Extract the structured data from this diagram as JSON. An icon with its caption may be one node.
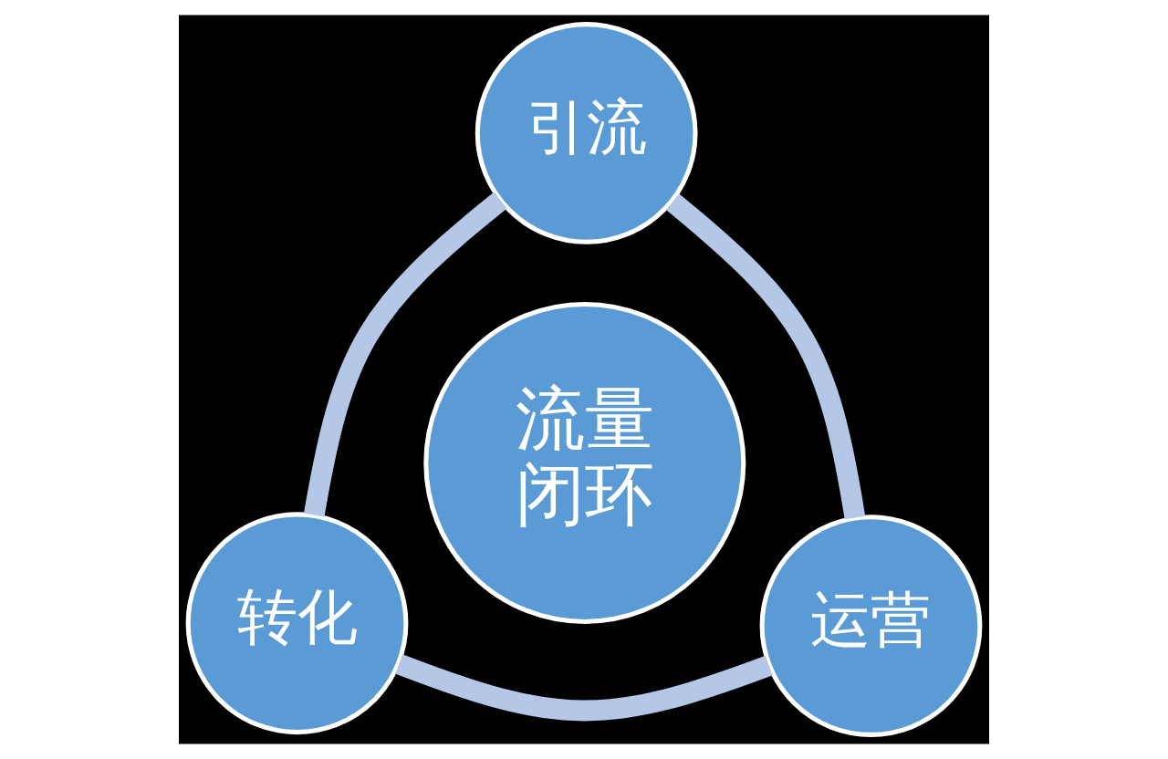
{
  "diagram": {
    "nodes": [
      {
        "text": [
          "引流"
        ]
      },
      {
        "text": [
          "流量闭环"
        ]
      },
      {
        "text": [
          "转化"
        ]
      },
      {
        "text": [
          "运营"
        ]
      }
    ],
    "edges": [
      {
        "from": 0,
        "to": 3,
        "arrow": "none"
      },
      {
        "from": 3,
        "to": 2,
        "arrow": "none"
      },
      {
        "from": 2,
        "to": 0,
        "arrow": "none"
      }
    ]
  }
}
